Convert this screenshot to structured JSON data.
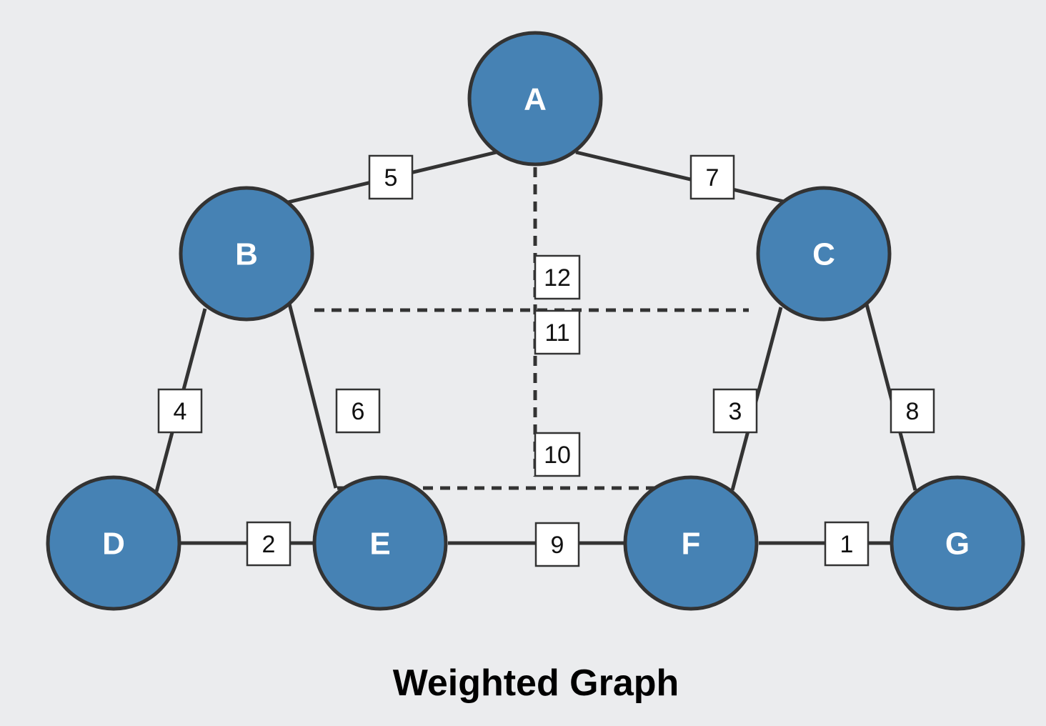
{
  "title": "Weighted Graph",
  "colors": {
    "node_fill": "#4682b4",
    "stroke": "#333333",
    "background": "#ebecee"
  },
  "nodes": [
    {
      "id": "A",
      "label": "A"
    },
    {
      "id": "B",
      "label": "B"
    },
    {
      "id": "C",
      "label": "C"
    },
    {
      "id": "D",
      "label": "D"
    },
    {
      "id": "E",
      "label": "E"
    },
    {
      "id": "F",
      "label": "F"
    },
    {
      "id": "G",
      "label": "G"
    }
  ],
  "edges": [
    {
      "from": "A",
      "to": "B",
      "weight": "5",
      "style": "solid"
    },
    {
      "from": "A",
      "to": "C",
      "weight": "7",
      "style": "solid"
    },
    {
      "from": "B",
      "to": "D",
      "weight": "4",
      "style": "solid"
    },
    {
      "from": "B",
      "to": "E",
      "weight": "6",
      "style": "solid"
    },
    {
      "from": "C",
      "to": "F",
      "weight": "3",
      "style": "solid"
    },
    {
      "from": "C",
      "to": "G",
      "weight": "8",
      "style": "solid"
    },
    {
      "from": "D",
      "to": "E",
      "weight": "2",
      "style": "solid"
    },
    {
      "from": "E",
      "to": "F",
      "weight": "9",
      "style": "solid"
    },
    {
      "from": "F",
      "to": "G",
      "weight": "1",
      "style": "solid"
    },
    {
      "from": "A",
      "to": "E",
      "weight": "12",
      "style": "dashed"
    },
    {
      "from": "B",
      "to": "C",
      "weight": "11",
      "style": "dashed"
    },
    {
      "from": "E",
      "to": "F",
      "weight": "10",
      "style": "dashed"
    }
  ]
}
